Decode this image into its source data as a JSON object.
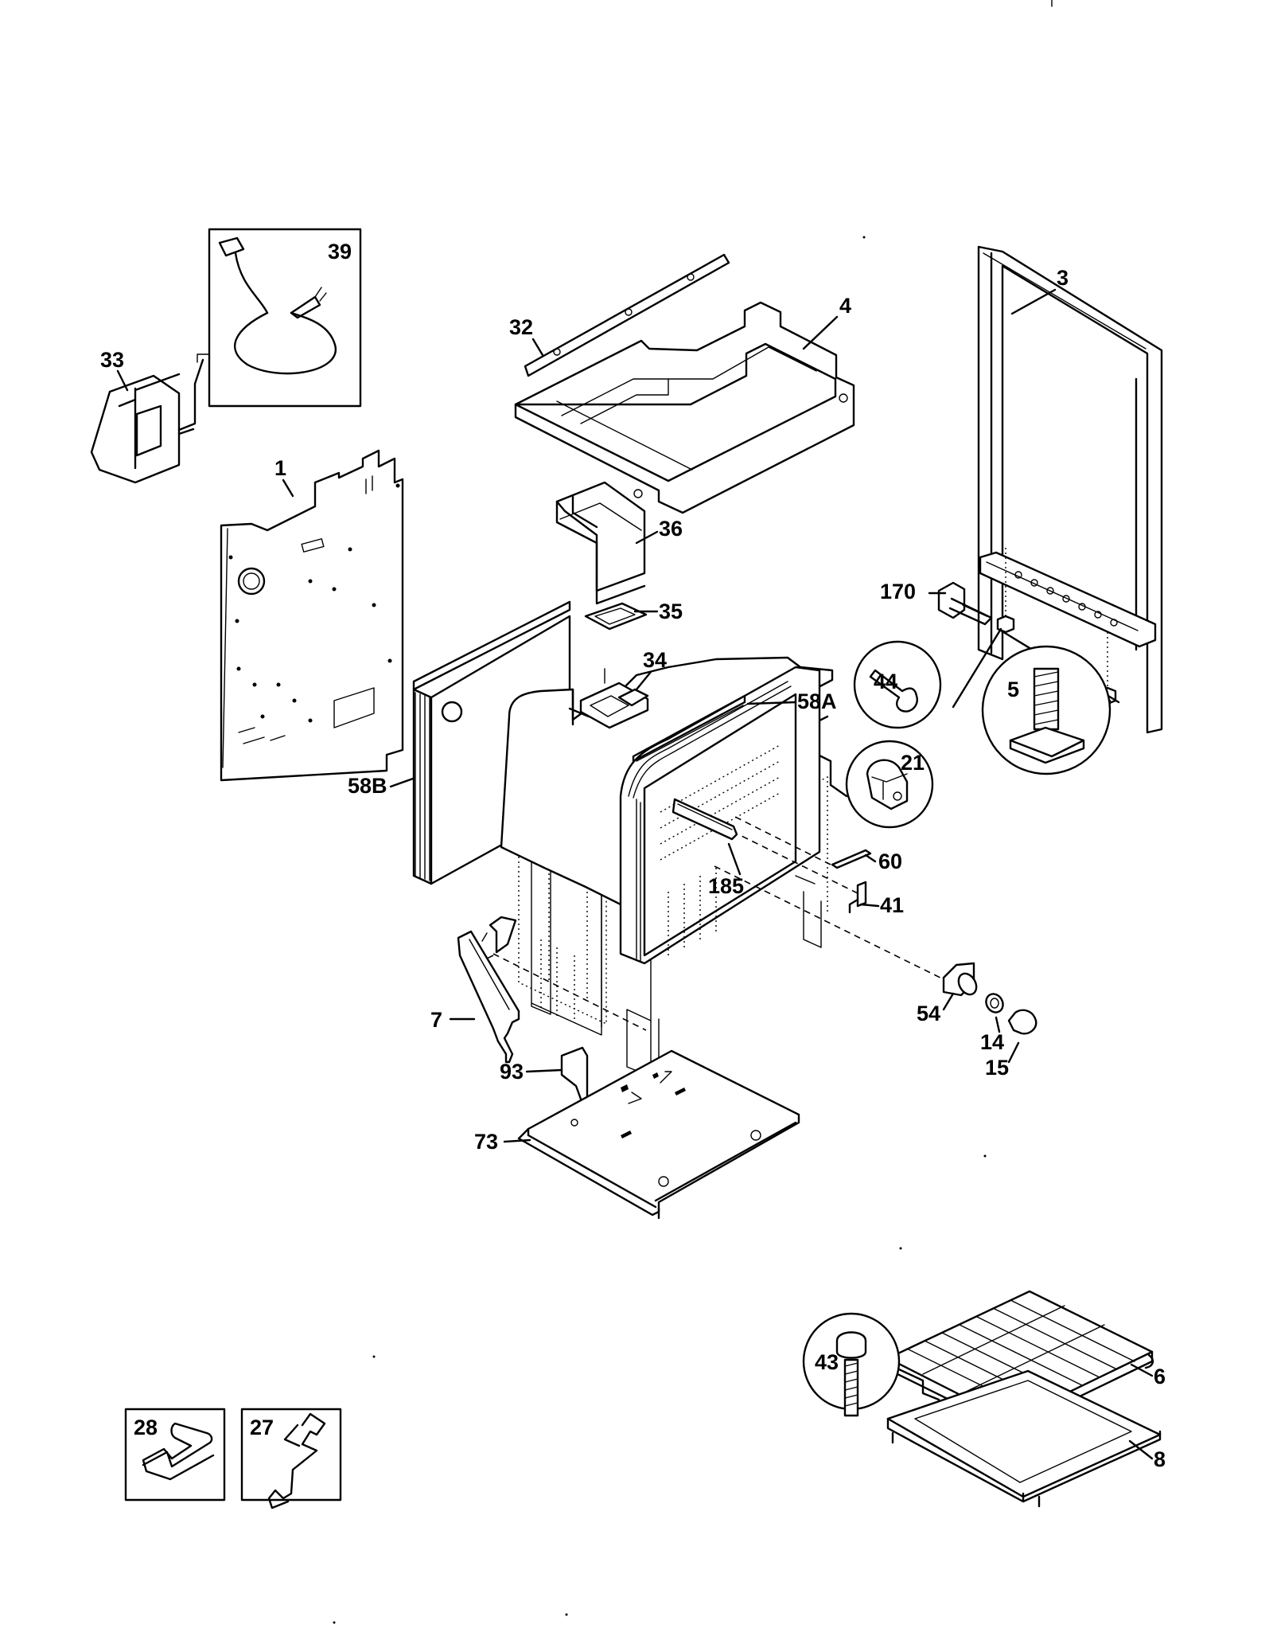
{
  "callouts": {
    "c1": "1",
    "c3": "3",
    "c4": "4",
    "c5": "5",
    "c6": "6",
    "c7": "7",
    "c8": "8",
    "c14": "14",
    "c15": "15",
    "c21": "21",
    "c27": "27",
    "c28": "28",
    "c32": "32",
    "c33": "33",
    "c34": "34",
    "c35": "35",
    "c36": "36",
    "c39": "39",
    "c41": "41",
    "c43": "43",
    "c44": "44",
    "c54": "54",
    "c58A": "58A",
    "c58B": "58B",
    "c60": "60",
    "c73": "73",
    "c93": "93",
    "c170": "170",
    "c185": "185"
  }
}
